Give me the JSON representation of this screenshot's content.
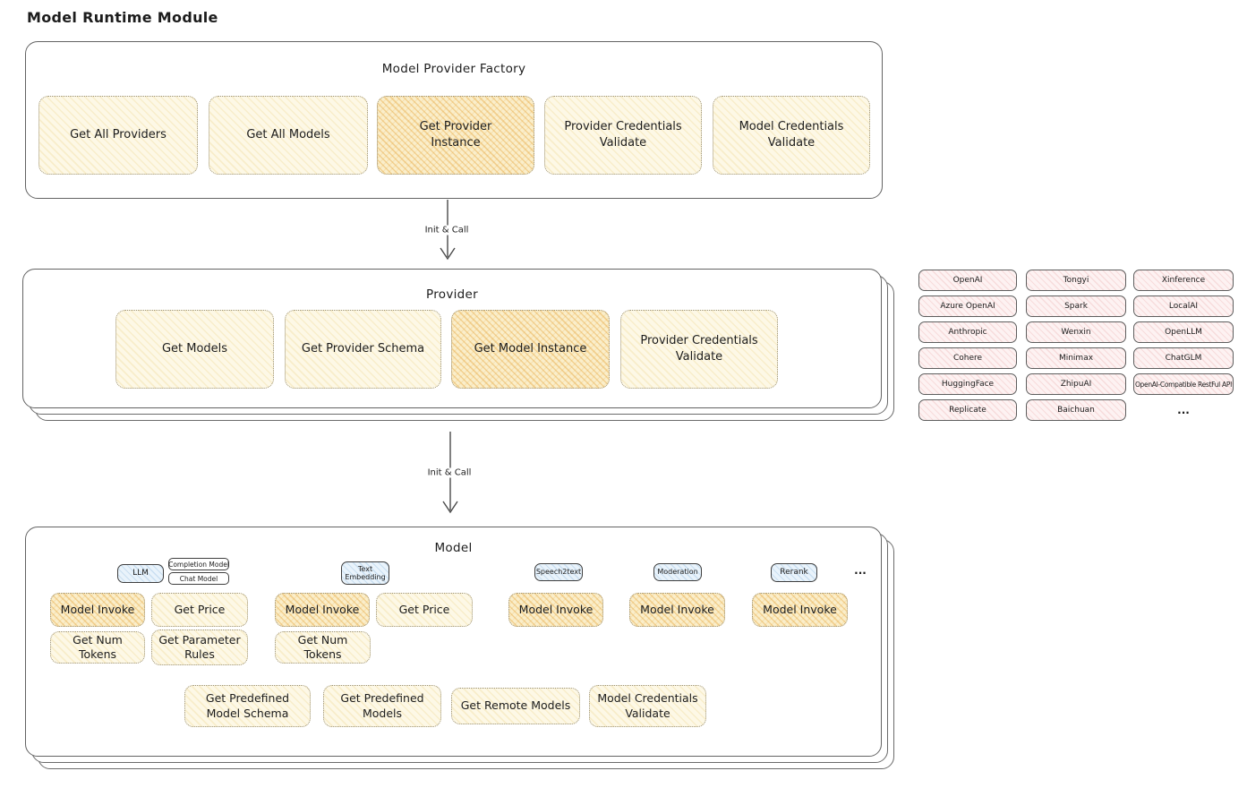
{
  "page_title": "Model Runtime Module",
  "colors": {
    "yellow_fill": "#fdf8e6",
    "orange_fill": "#faeeca",
    "pink_fill": "#fdf2f2",
    "blue_fill": "#e9f3fb",
    "border_dark": "#3f3f3f"
  },
  "connection_label": "Init & Call",
  "factory": {
    "title": "Model Provider Factory",
    "items": [
      {
        "label": "Get All Providers"
      },
      {
        "label": "Get All Models"
      },
      {
        "label": "Get Provider Instance",
        "highlight": true
      },
      {
        "label": "Provider Credentials Validate"
      },
      {
        "label": "Model Credentials Validate"
      }
    ]
  },
  "provider": {
    "title": "Provider",
    "items": [
      {
        "label": "Get Models"
      },
      {
        "label": "Get Provider Schema"
      },
      {
        "label": "Get Model Instance",
        "highlight": true
      },
      {
        "label": "Provider Credentials Validate"
      }
    ]
  },
  "providers_grid": {
    "columns": [
      [
        "OpenAI",
        "Azure OpenAI",
        "Anthropic",
        "Cohere",
        "HuggingFace",
        "Replicate"
      ],
      [
        "Tongyi",
        "Spark",
        "Wenxin",
        "Minimax",
        "ZhipuAI",
        "Baichuan"
      ],
      [
        "Xinference",
        "LocalAI",
        "OpenLLM",
        "ChatGLM",
        "OpenAI-Compatible RestFul API",
        "..."
      ]
    ]
  },
  "model": {
    "title": "Model",
    "tabs": {
      "llm": "LLM",
      "completion_model": "Completion Model",
      "chat_model": "Chat Model",
      "text_embedding": "Text Embedding",
      "speech2text": "Speech2text",
      "moderation": "Moderation",
      "rerank": "Rerank",
      "more": "..."
    },
    "actions": {
      "model_invoke": "Model Invoke",
      "get_price": "Get Price",
      "get_num_tokens": "Get Num Tokens",
      "get_parameter_rules": "Get Parameter Rules",
      "get_predefined_model_schema": "Get Predefined Model Schema",
      "get_predefined_models": "Get Predefined Models",
      "get_remote_models": "Get Remote Models",
      "model_credentials_validate": "Model Credentials Validate"
    }
  }
}
